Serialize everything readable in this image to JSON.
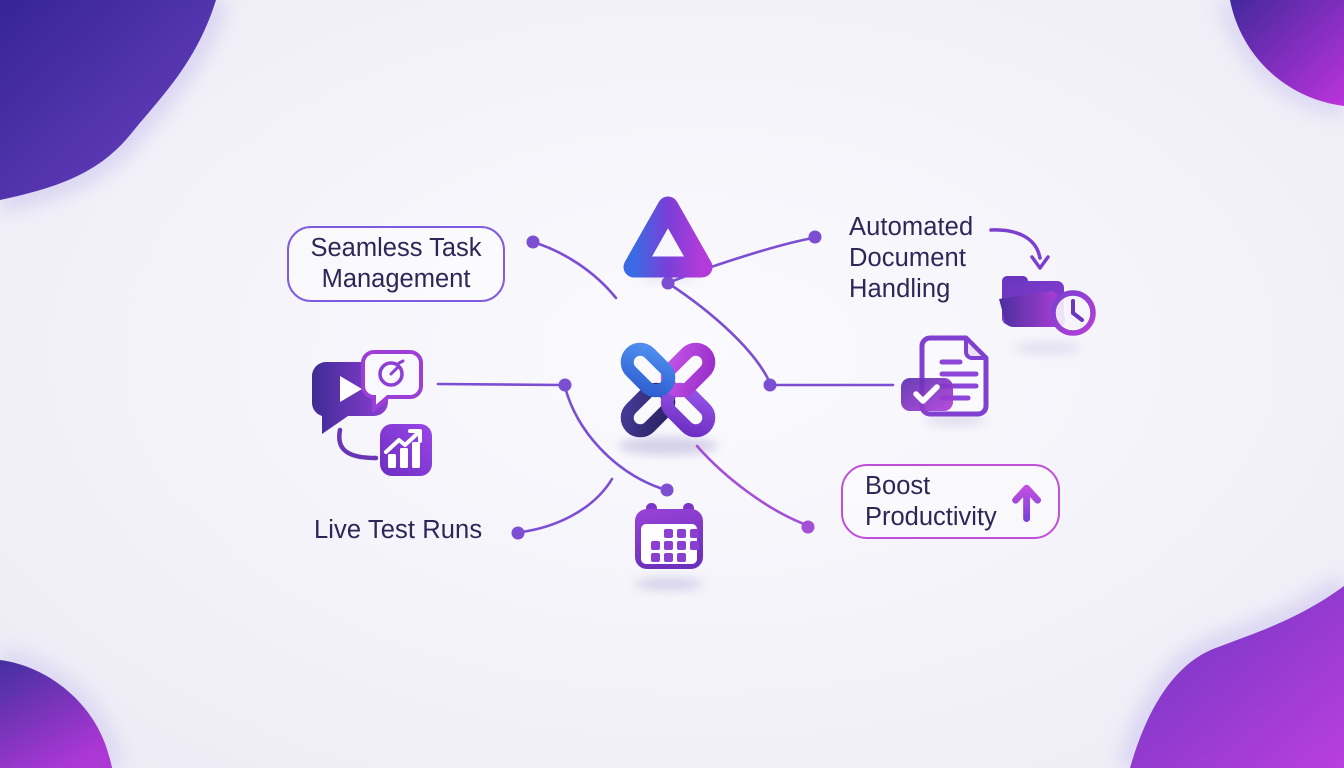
{
  "page": {
    "type": "feature-diagram",
    "bg_color": "#f2f1f8",
    "accent_colors": {
      "indigo": "#362594",
      "purple": "#7c3fd4",
      "magenta": "#b93fdc",
      "connector_line": "#7c4ed2",
      "text": "#2e2656",
      "seamless_box_border": "#7e5ce0",
      "boost_box_border": "#c04fd9"
    }
  },
  "nodes": {
    "seamless_task": {
      "line1": "Seamless Task",
      "line2": "Management"
    },
    "automated_document": {
      "line1": "Automated",
      "line2": "Document",
      "line3": "Handling"
    },
    "live_test": {
      "label": "Live Test Runs"
    },
    "boost_productivity": {
      "line1": "Boost",
      "line2": "Productivity"
    }
  },
  "icons": {
    "triangle_logo": "triangle-logo-icon",
    "knot_logo": "interlocked-knot-logo-icon",
    "chat_video": "chat-video-bubble-icon",
    "timer_bubble": "timer-chat-bubble-icon",
    "growth_chart": "growth-chart-icon",
    "folder_clock": "folder-clock-icon",
    "document_video": "document-video-icon",
    "calendar": "calendar-icon",
    "curved_down_arrow": "curved-down-arrow-icon",
    "up_arrow": "up-arrow-icon"
  }
}
